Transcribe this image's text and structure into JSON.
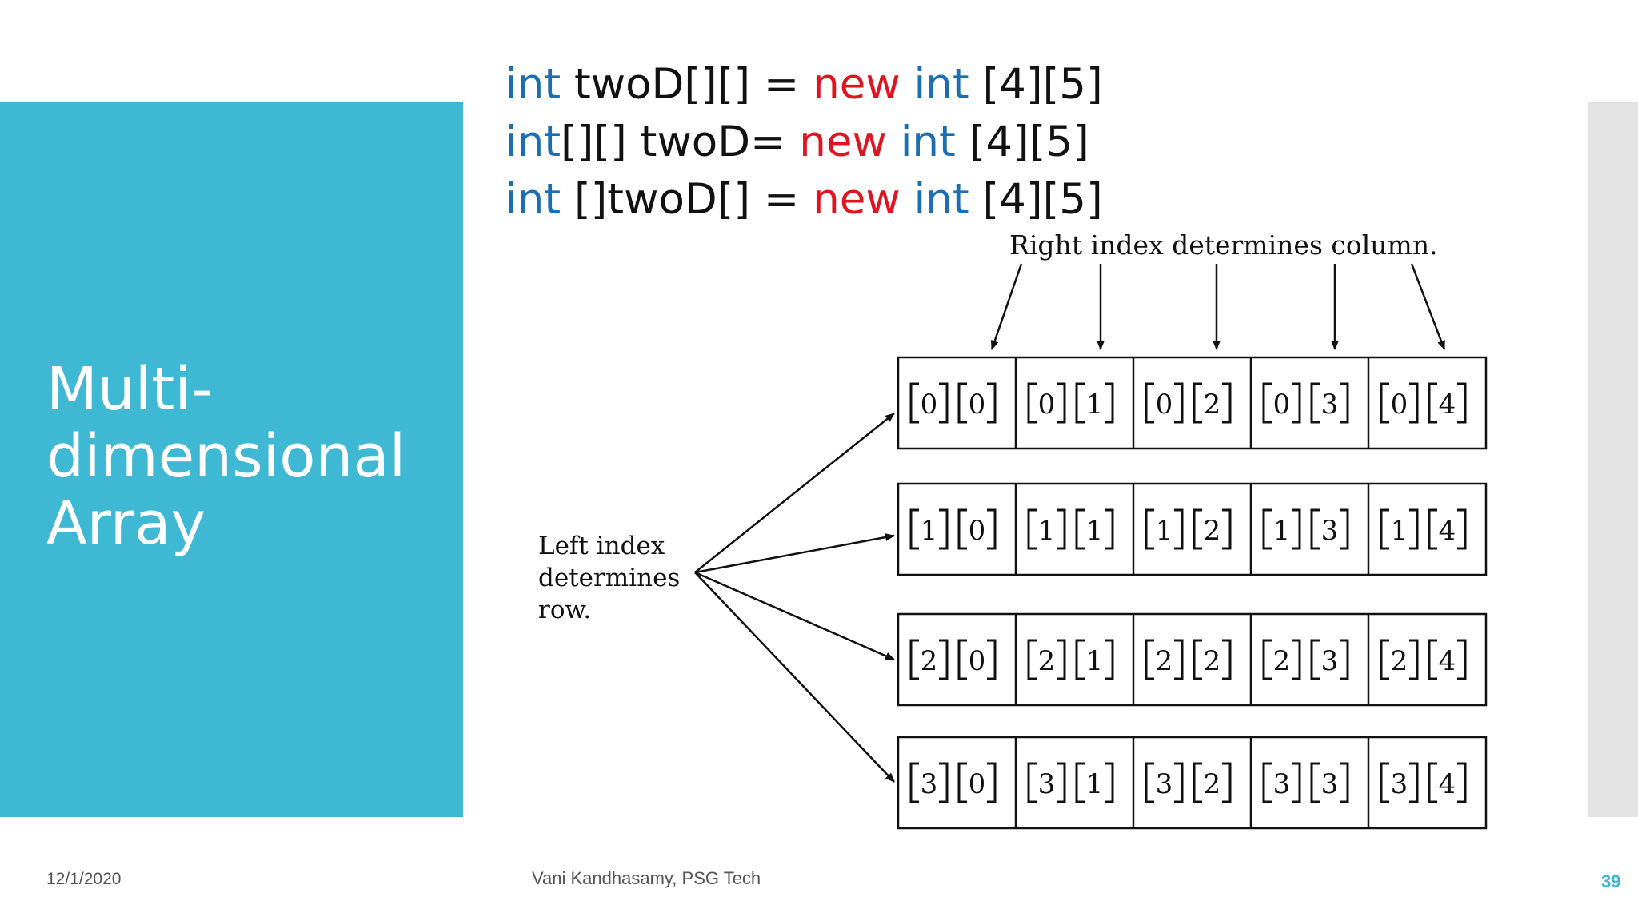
{
  "slide": {
    "title_lines": [
      "Multi-",
      "dimensional",
      "Array"
    ],
    "date": "12/1/2020",
    "author": "Vani Kandhasamy, PSG Tech",
    "page_number": "39"
  },
  "code": [
    {
      "type_kw": "int",
      "mid": " twoD[][] = ",
      "new_kw": "new",
      "sp": " ",
      "type_kw2": "int",
      "tail": " [4][5]"
    },
    {
      "type_kw": "int",
      "mid": "[][] twoD= ",
      "new_kw": "new",
      "sp": " ",
      "type_kw2": "int",
      "tail": " [4][5]"
    },
    {
      "type_kw": "int",
      "mid": " []twoD[] = ",
      "new_kw": "new",
      "sp": " ",
      "type_kw2": "int",
      "tail": " [4][5]"
    }
  ],
  "diagram": {
    "right_label": "Right index determines column.",
    "left_label_lines": [
      "Left index",
      "determines",
      "row."
    ],
    "rows": 4,
    "cols": 5
  },
  "colors": {
    "accent": "#3fb8d3",
    "keyword_type": "#1a6fb4",
    "keyword_new": "#e0141e"
  }
}
